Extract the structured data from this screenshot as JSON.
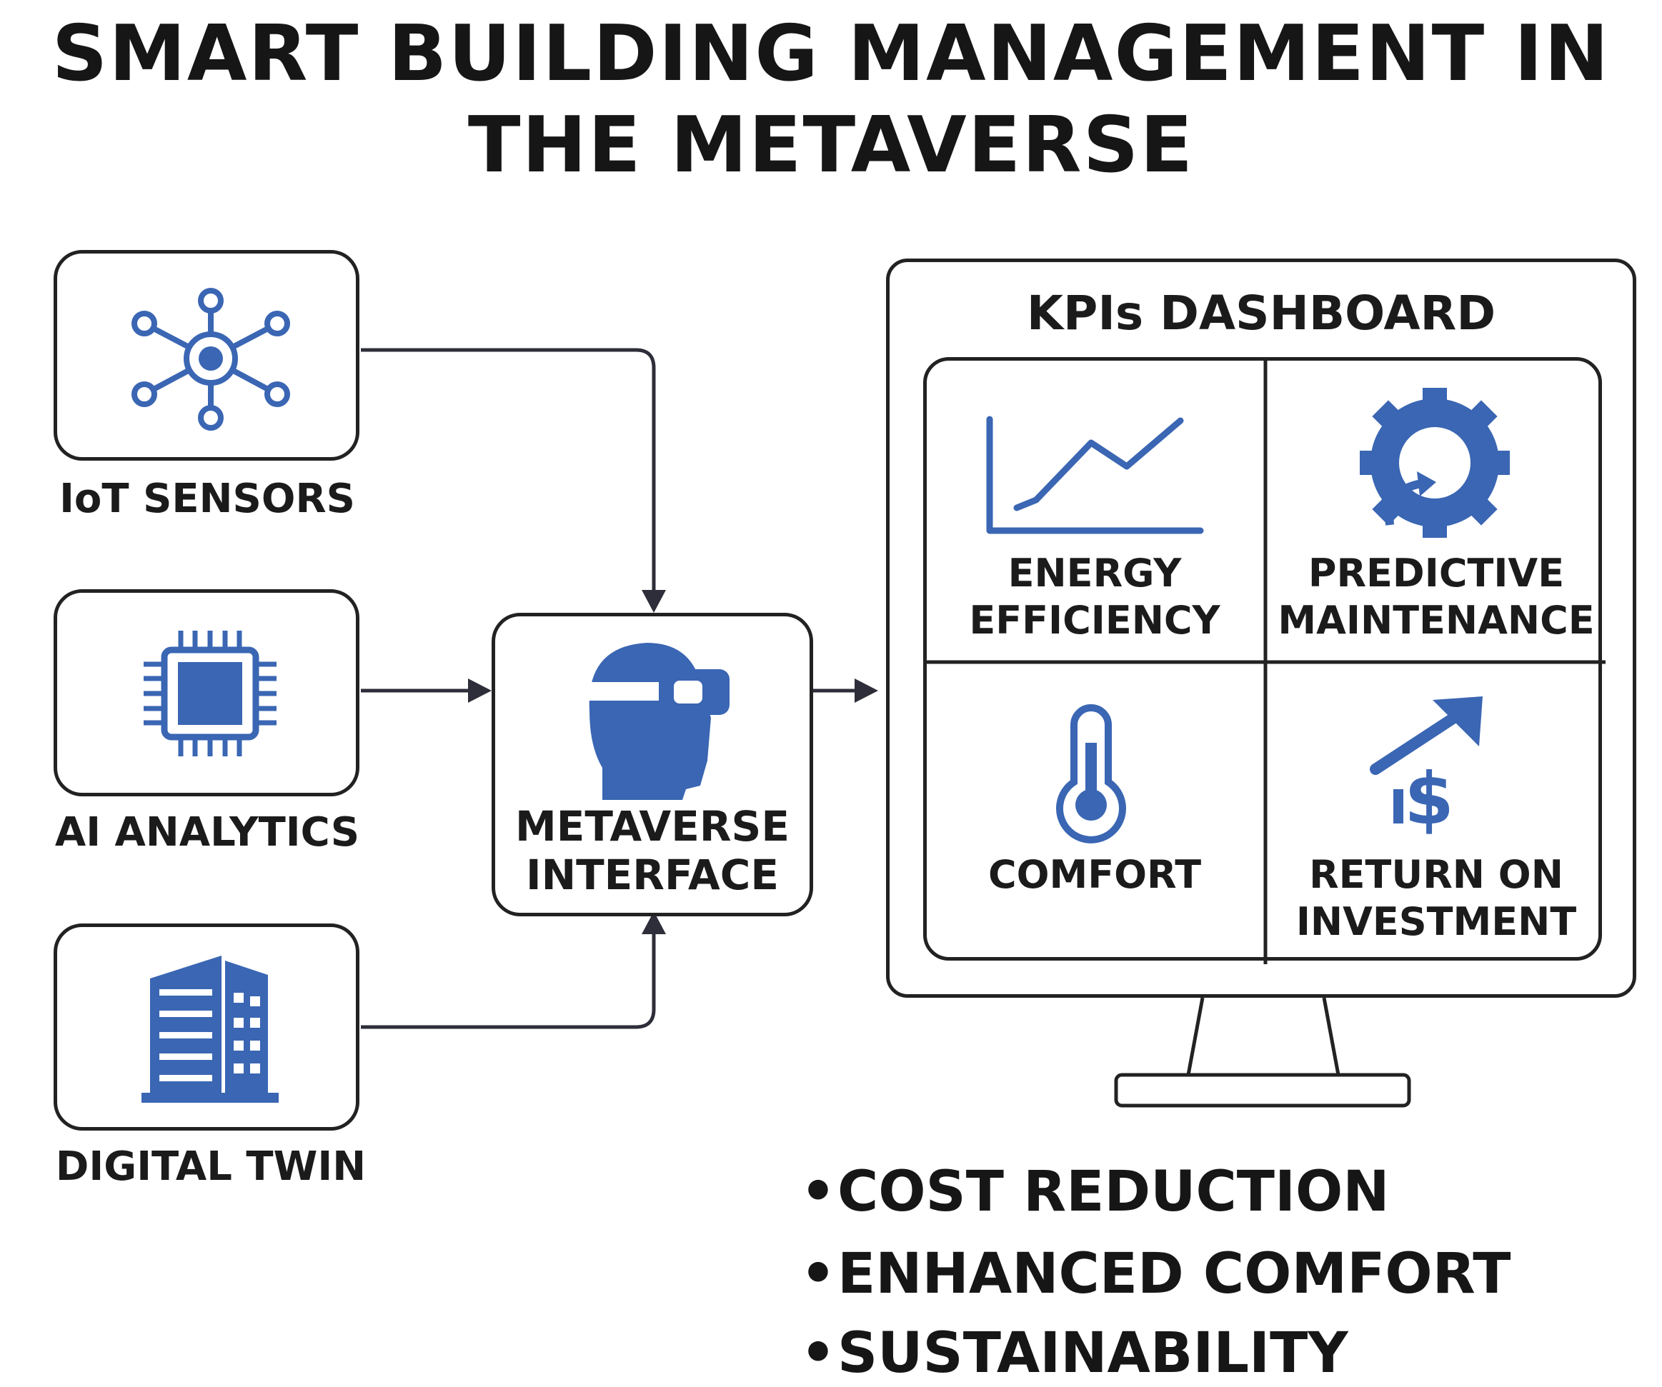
{
  "title": {
    "line1": "SMART BUILDING MANAGEMENT IN",
    "line2": "THE METAVERSE"
  },
  "colors": {
    "icon_blue": "#3a66b3",
    "stroke": "#222222"
  },
  "sources": [
    {
      "label": "IoT SENSORS",
      "icon": "network-nodes-icon"
    },
    {
      "label": "AI ANALYTICS",
      "icon": "cpu-chip-icon"
    },
    {
      "label": "DIGITAL TWIN",
      "icon": "building-icon"
    }
  ],
  "hub": {
    "line1": "METAVERSE",
    "line2": "INTERFACE",
    "icon": "vr-headset-head-icon"
  },
  "dashboard": {
    "title": "KPIs DASHBOARD",
    "kpis": [
      {
        "line1": "ENERGY",
        "line2": "EFFICIENCY",
        "icon": "line-chart-icon"
      },
      {
        "line1": "PREDICTIVE",
        "line2": "MAINTENANCE",
        "icon": "gear-cycle-icon"
      },
      {
        "line1": "COMFORT",
        "line2": "",
        "icon": "thermometer-icon"
      },
      {
        "line1": "RETURN ON",
        "line2": "INVESTMENT",
        "icon": "dollar-growth-icon"
      }
    ]
  },
  "benefits": [
    "COST REDUCTION",
    "ENHANCED COMFORT",
    "SUSTAINABILITY"
  ]
}
